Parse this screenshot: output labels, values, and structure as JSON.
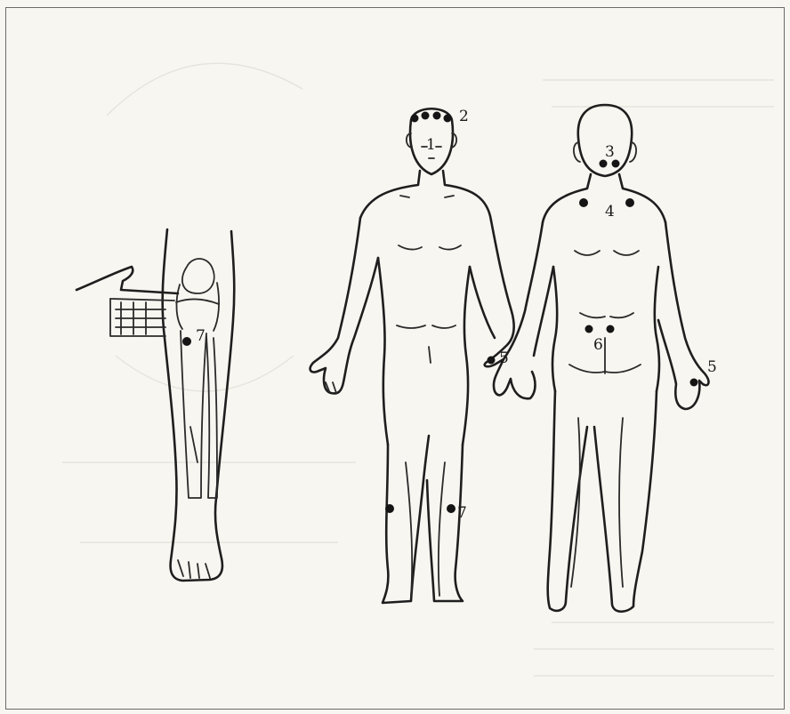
{
  "points": [
    {
      "id": "p1",
      "label": "1"
    },
    {
      "id": "p2",
      "label": "2"
    },
    {
      "id": "p3",
      "label": "3"
    },
    {
      "id": "p4",
      "label": "4"
    },
    {
      "id": "p5a",
      "label": "5"
    },
    {
      "id": "p5b",
      "label": "5"
    },
    {
      "id": "p6",
      "label": "6"
    },
    {
      "id": "p7a",
      "label": "7"
    },
    {
      "id": "p7b",
      "label": "7"
    }
  ],
  "colors": {
    "ink": "#1e1e1e",
    "paper": "#f8f6f1"
  }
}
